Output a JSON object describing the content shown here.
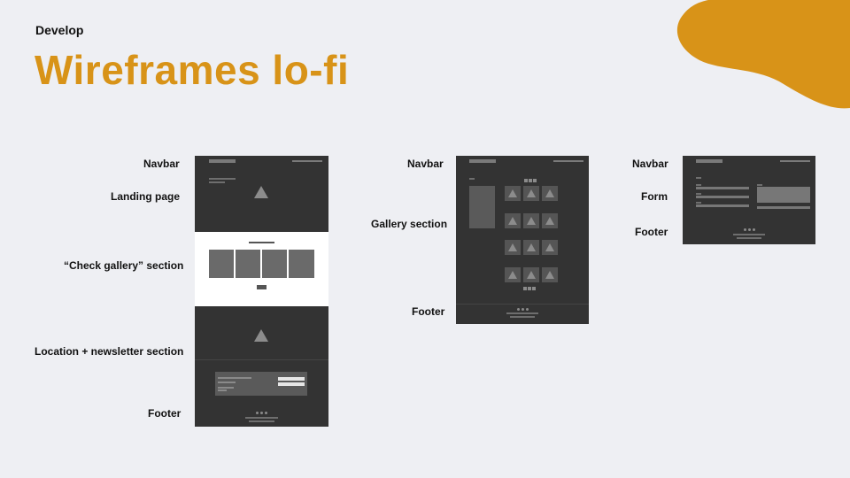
{
  "header": {
    "eyebrow": "Develop",
    "title": "Wireframes lo-fi"
  },
  "wireframe_1": {
    "labels": {
      "navbar": "Navbar",
      "landing": "Landing page",
      "gallery": "“Check gallery” section",
      "location": "Location + newsletter section",
      "footer": "Footer"
    }
  },
  "wireframe_2": {
    "labels": {
      "navbar": "Navbar",
      "gallery": "Gallery section",
      "footer": "Footer"
    }
  },
  "wireframe_3": {
    "labels": {
      "navbar": "Navbar",
      "form": "Form",
      "footer": "Footer"
    }
  },
  "colors": {
    "accent": "#d89318",
    "background": "#eeeff3",
    "wireframe": "#333333"
  }
}
